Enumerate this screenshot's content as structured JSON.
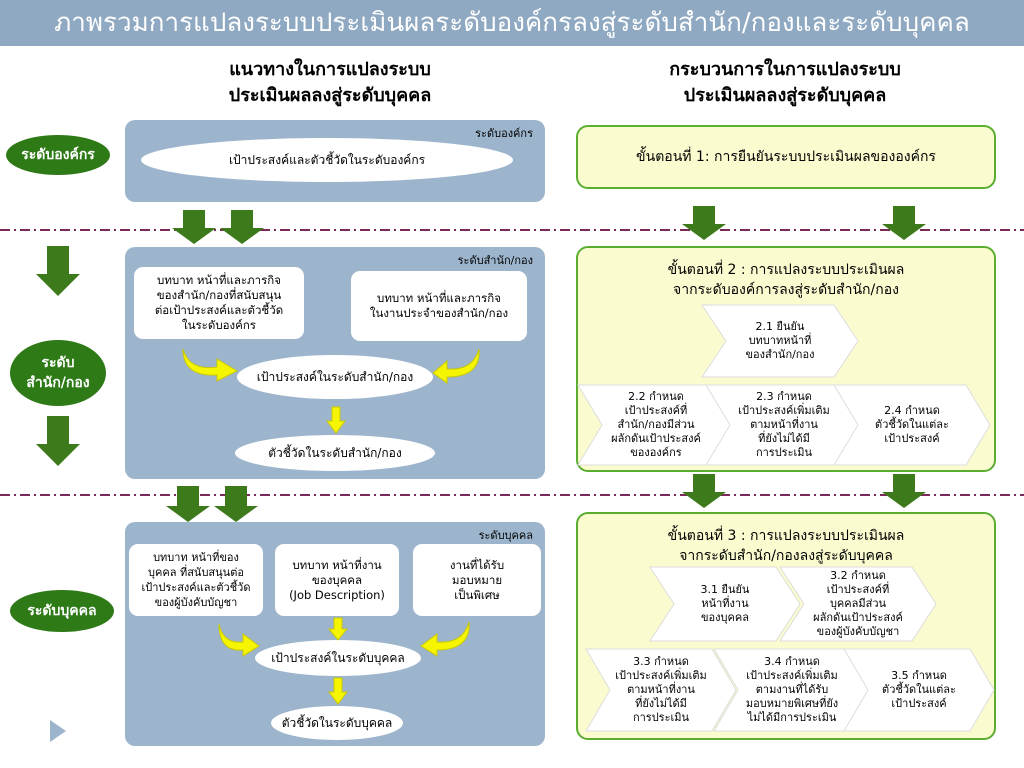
{
  "title": "ภาพรวมการแปลงระบบประเมินผลระดับองค์กรลงสู่ระดับสำนัก/กองและระดับบุคคล",
  "left_heading": [
    "แนวทางในการแปลงระบบ",
    "ประเมินผลลงสู่ระดับบุคคล"
  ],
  "right_heading": [
    "กระบวนการในการแปลงระบบ",
    "ประเมินผลลงสู่ระดับบุคคล"
  ],
  "levels": {
    "org": "ระดับองค์กร",
    "division": [
      "ระดับ",
      "สำนัก/กอง"
    ],
    "person": "ระดับบุคคล"
  },
  "org_panel": {
    "label": "ระดับองค์กร",
    "ellipse": "เป้าประสงค์และตัวชี้วัดในระดับองค์กร"
  },
  "division_panel": {
    "label": "ระดับสำนัก/กอง",
    "box_left": [
      "บทบาท หน้าที่และภารกิจ",
      "ของสำนัก/กองที่สนับสนุน",
      "ต่อเป้าประสงค์และตัวชี้วัด",
      "ในระดับองค์กร"
    ],
    "box_right": [
      "บทบาท หน้าที่และภารกิจ",
      "ในงานประจำของสำนัก/กอง"
    ],
    "goal": "เป้าประสงค์ในระดับสำนัก/กอง",
    "kpi": "ตัวชี้วัดในระดับสำนัก/กอง"
  },
  "person_panel": {
    "label": "ระดับบุคคล",
    "box1": [
      "บทบาท หน้าที่ของ",
      "บุคคล ที่สนับสนุนต่อ",
      "เป้าประสงค์และตัวชี้วัด",
      "ของผู้บังคับบัญชา"
    ],
    "box2": [
      "บทบาท หน้าที่งาน",
      "ของบุคคล",
      "(Job Description)"
    ],
    "box3": [
      "งานที่ได้รับ",
      "มอบหมาย",
      "เป็นพิเศษ"
    ],
    "goal": "เป้าประสงค์ในระดับบุคคล",
    "kpi": "ตัวชี้วัดในระดับบุคคล"
  },
  "step1": "ขั้นตอนที่ 1: การยืนยันระบบประเมินผลขององค์กร",
  "step2": {
    "title": [
      "ขั้นตอนที่ 2 : การแปลงระบบประเมินผล",
      "จากระดับองค์การลงสู่ระดับสำนัก/กอง"
    ],
    "s21": [
      "2.1 ยืนยัน",
      "บทบาทหน้าที่",
      "ของสำนัก/กอง"
    ],
    "s22": [
      "2.2 กำหนด",
      "เป้าประสงค์ที่",
      "สำนัก/กองมีส่วน",
      "ผลักดันเป้าประสงค์",
      "ขององค์กร"
    ],
    "s23": [
      "2.3 กำหนด",
      "เป้าประสงค์เพิ่มเติม",
      "ตามหน้าที่งาน",
      "ที่ยังไม่ได้มี",
      "การประเมิน"
    ],
    "s24": [
      "2.4 กำหนด",
      "ตัวชี้วัดในแต่ละ",
      "เป้าประสงค์"
    ]
  },
  "step3": {
    "title": [
      "ขั้นตอนที่ 3 : การแปลงระบบประเมินผล",
      "จากระดับสำนัก/กองลงสู่ระดับบุคคล"
    ],
    "s31": [
      "3.1 ยืนยัน",
      "หน้าที่งาน",
      "ของบุคคล"
    ],
    "s32": [
      "3.2 กำหนด",
      "เป้าประสงค์ที่",
      "บุคคลมีส่วน",
      "ผลักดันเป้าประสงค์",
      "ของผู้บังคับบัญชา"
    ],
    "s33": [
      "3.3 กำหนด",
      "เป้าประสงค์เพิ่มเติม",
      "ตามหน้าที่งาน",
      "ที่ยังไม่ได้มี",
      "การประเมิน"
    ],
    "s34": [
      "3.4 กำหนด",
      "เป้าประสงค์เพิ่มเติม",
      "ตามงานที่ได้รับ",
      "มอบหมายพิเศษที่ยัง",
      "ไม่ได้มีการประเมิน"
    ],
    "s35": [
      "3.5 กำหนด",
      "ตัวชี้วัดในแต่ละ",
      "เป้าประสงค์"
    ]
  },
  "colors": {
    "title_bar": "#8FA9C2",
    "panel": "#9DB5CC",
    "level_badge": "#2E7A17",
    "down_arrow": "#3D7A1B",
    "curved_arrow": "#F5F500",
    "step_fill": "#FBFBD0",
    "step_border": "#5AAE2F",
    "divider": "#7A2A5A"
  },
  "icons": {
    "down_arrow": "green-down-arrow",
    "curved_arrow": "yellow-curved-arrow",
    "chevron": "chevron-step",
    "nav": "triangle-next-icon"
  }
}
